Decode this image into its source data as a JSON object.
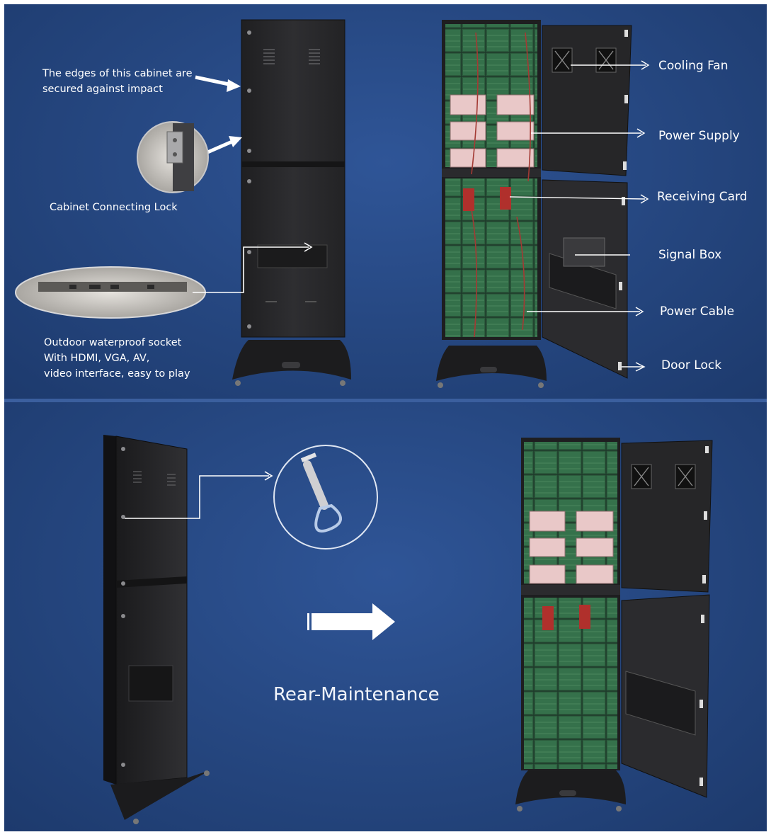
{
  "top_panel": {
    "note_edges_line1": "The edges of this cabinet are",
    "note_edges_line2": "secured against impact",
    "note_lock": "Cabinet Connecting Lock",
    "note_socket_line1": "Outdoor waterproof socket",
    "note_socket_line2": "With HDMI, VGA, AV,",
    "note_socket_line3": "video interface, easy to play",
    "component_labels": {
      "cooling_fan": "Cooling Fan",
      "power_supply": "Power Supply",
      "receiving_card": "Receiving Card",
      "signal_box": "Signal Box",
      "power_cable": "Power Cable",
      "door_lock": "Door Lock"
    }
  },
  "bottom_panel": {
    "caption": "Rear-Maintenance"
  },
  "colors": {
    "background_blue": "#25467f",
    "cabinet_dark": "#2a2a2c",
    "led_green": "#2f6b45",
    "power_supply_pink": "#e9c8c8",
    "card_red": "#b0302c",
    "label_white": "#ffffff"
  },
  "icons": [
    "arrow-right-icon",
    "key-icon",
    "fan-icon",
    "lock-icon"
  ]
}
